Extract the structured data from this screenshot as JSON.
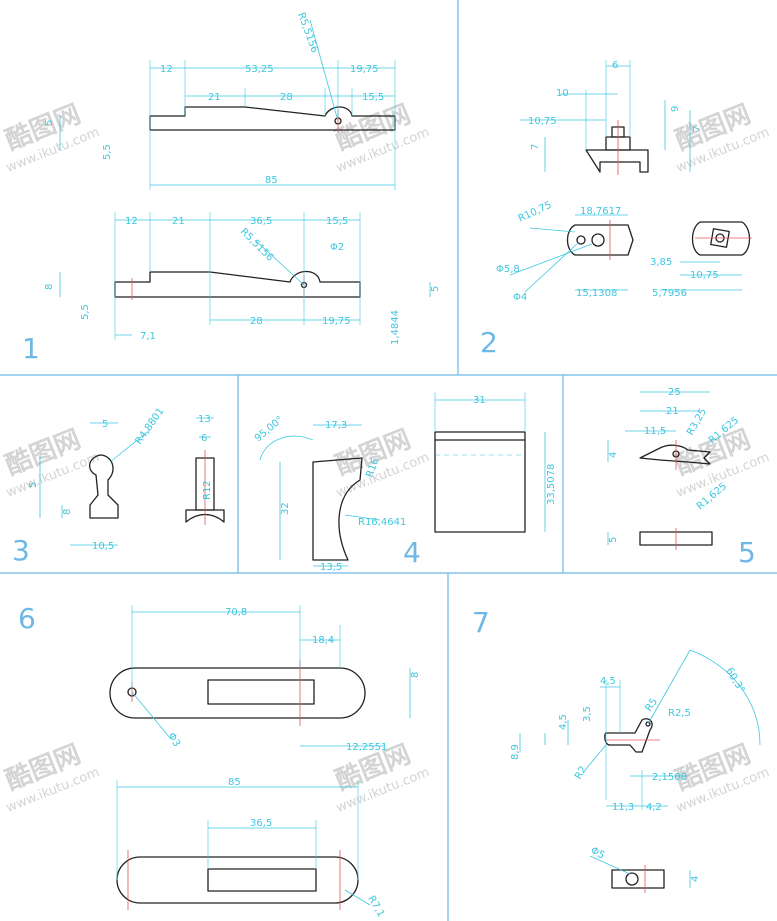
{
  "colors": {
    "dimension": "#3ec7e0",
    "object": "#222222",
    "frame": "#6fb8e6",
    "centerline": "#e05656",
    "watermark": "#d4d4d4"
  },
  "watermark": {
    "logo": "酷图网",
    "url": "www.ikutu.com"
  },
  "panels": {
    "p1": {
      "number": "1",
      "dims": [
        "12",
        "53,25",
        "19,75",
        "21",
        "28",
        "15,5",
        "R5,5156",
        "5",
        "5,5",
        "85",
        "12",
        "21",
        "36,5",
        "15,5",
        "R5,5156",
        "Φ2",
        "8",
        "5,5",
        "7,1",
        "28",
        "19,75",
        "5",
        "1,4844"
      ]
    },
    "p2": {
      "number": "2",
      "dims": [
        "6",
        "10",
        "9",
        "10,75",
        "7",
        "7",
        "R10,75",
        "18,7617",
        "Φ5,8",
        "Φ4",
        "15,1308",
        "3,85",
        "10,75",
        "5,7956"
      ]
    },
    "p3": {
      "number": "3",
      "dims": [
        "5",
        "R4,8801",
        "13",
        "6",
        "8",
        "5",
        "10,5",
        "R12"
      ]
    },
    "p4": {
      "number": "4",
      "dims": [
        "95,00°",
        "17,3",
        "31",
        "R16",
        "32",
        "R16,4641",
        "13,5",
        "33,5078"
      ]
    },
    "p5": {
      "number": "5",
      "dims": [
        "25",
        "21",
        "11,5",
        "R3,25",
        "R1,625",
        "4",
        "R1,625",
        "5"
      ]
    },
    "p6": {
      "number": "6",
      "dims": [
        "70,8",
        "18,4",
        "8",
        "Φ3",
        "12,2551",
        "85",
        "36,5",
        "R7,1"
      ]
    },
    "p7": {
      "number": "7",
      "dims": [
        "4,5",
        "R5",
        "60,3°",
        "4,5",
        "3,5",
        "R2,5",
        "8,9",
        "R2",
        "2,1508",
        "11,3",
        "4,2",
        "Φ5",
        "4"
      ]
    }
  }
}
